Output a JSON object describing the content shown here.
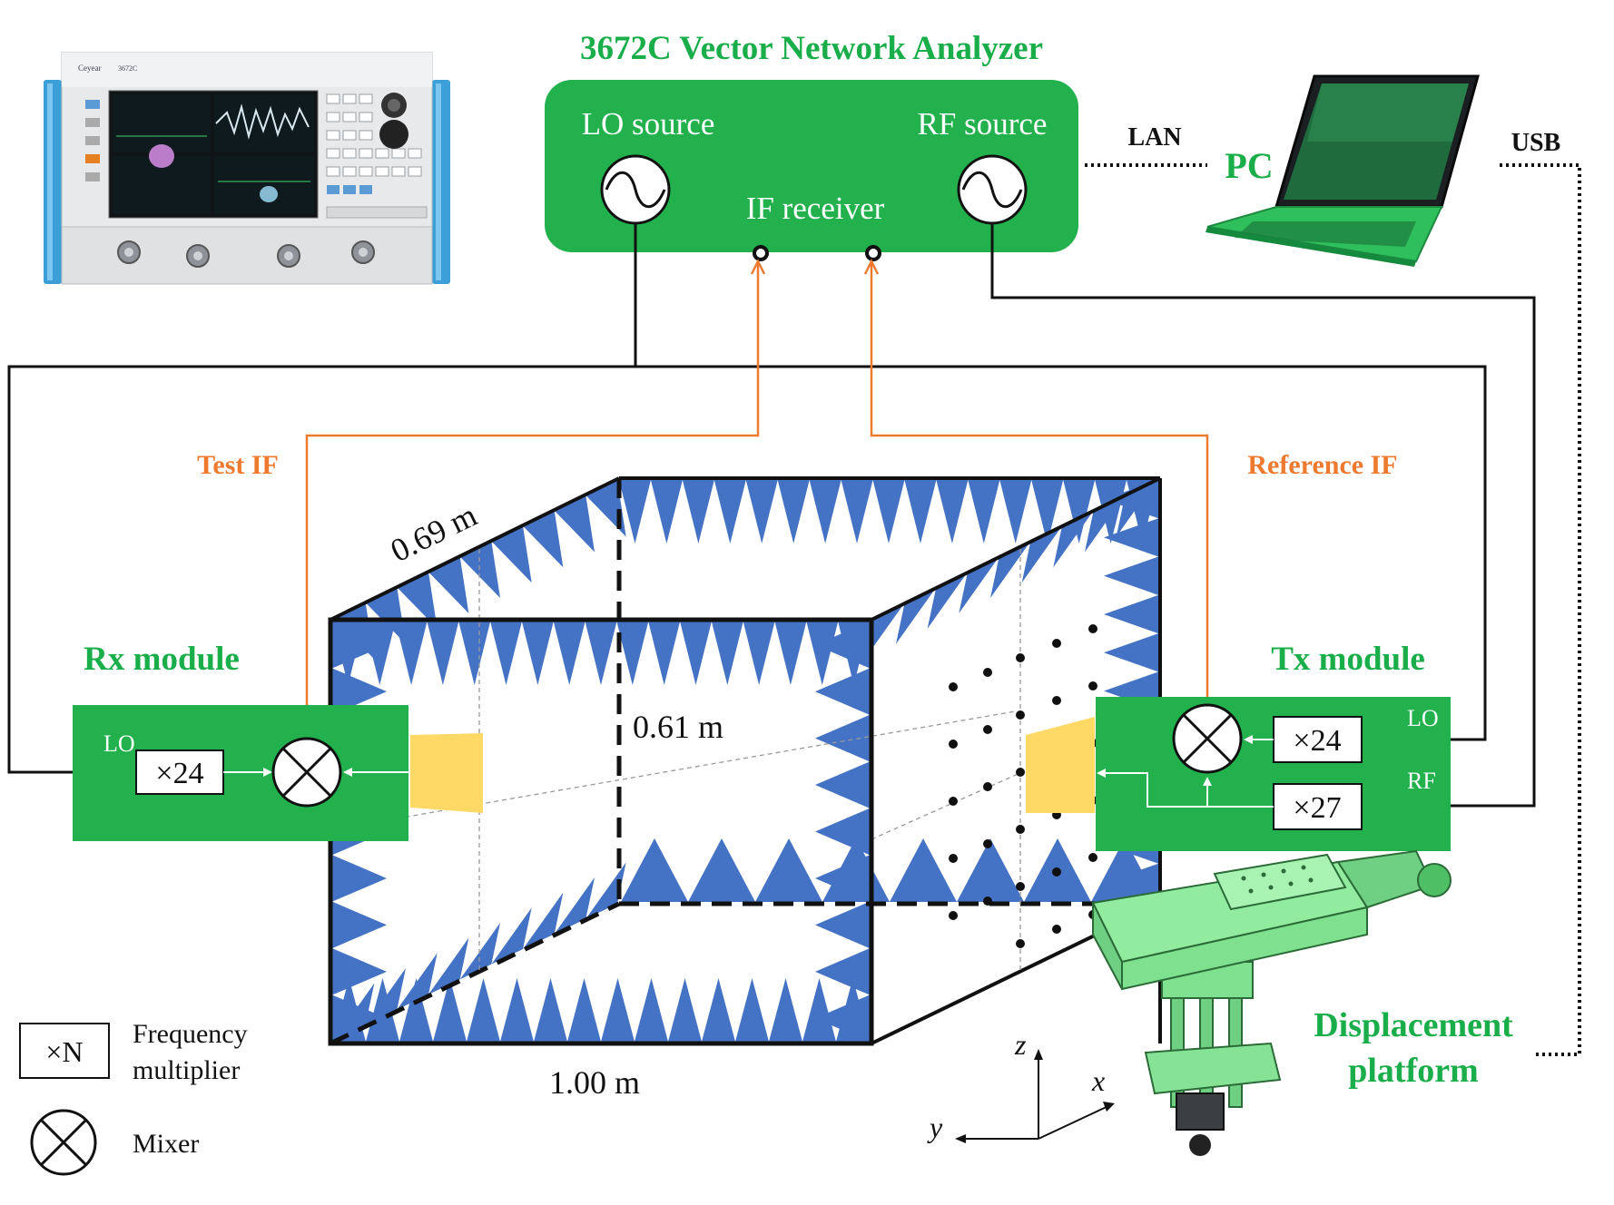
{
  "colors": {
    "module_green": "#22b14c",
    "label_green": "#1aae4a",
    "if_orange": "#ee7a2f",
    "absorber_blue": "#4472c4",
    "horn_yellow": "#ffd966",
    "wire_black": "#111111"
  },
  "vna": {
    "title": "3672C Vector Network Analyzer",
    "lo_source": "LO source",
    "rf_source": "RF source",
    "if_receiver": "IF receiver"
  },
  "pc": {
    "label": "PC",
    "lan": "LAN",
    "usb": "USB",
    "icon": "laptop-icon"
  },
  "instrument_photo": {
    "icon": "vector-network-analyzer-photo",
    "brand": "Ceyear",
    "model": "3672C"
  },
  "if_lines": {
    "test": "Test IF",
    "reference": "Reference IF"
  },
  "chamber": {
    "depth": "0.69 m",
    "height": "0.61 m",
    "width": "1.00 m"
  },
  "rx_module": {
    "title": "Rx module",
    "lo": "LO",
    "multiplier": "×24"
  },
  "tx_module": {
    "title": "Tx module",
    "lo": "LO",
    "rf": "RF",
    "lo_multiplier": "×24",
    "rf_multiplier": "×27"
  },
  "platform": {
    "line1": "Displacement",
    "line2": "platform",
    "icon": "displacement-platform-icon"
  },
  "axes": {
    "z": "z",
    "x": "x",
    "y": "y"
  },
  "legend": {
    "multiplier_symbol": "×N",
    "multiplier_label_1": "Frequency",
    "multiplier_label_2": "multiplier",
    "mixer_label": "Mixer"
  }
}
